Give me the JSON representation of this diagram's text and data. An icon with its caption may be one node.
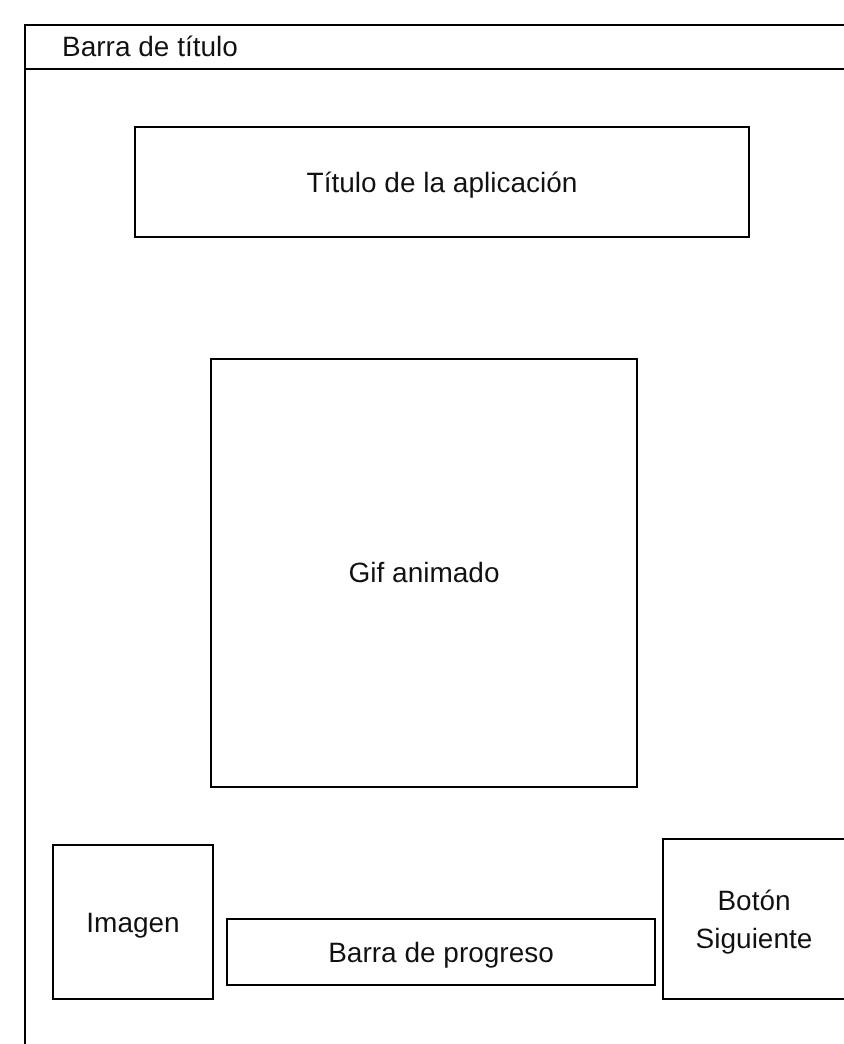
{
  "diagram": {
    "nodes": [
      {
        "text": [],
        "shape": "box"
      },
      {
        "text": [
          "Barra de título"
        ],
        "in": 0
      },
      {
        "text": [
          "Título de la aplicación"
        ],
        "in": 0
      },
      {
        "text": [
          "Gif animado"
        ],
        "in": 0
      },
      {
        "text": [
          "Imagen"
        ],
        "in": 0
      },
      {
        "text": [
          "Barra de progreso"
        ],
        "in": 0
      },
      {
        "text": [
          "Botón Siguiente"
        ],
        "in": 0
      }
    ]
  }
}
